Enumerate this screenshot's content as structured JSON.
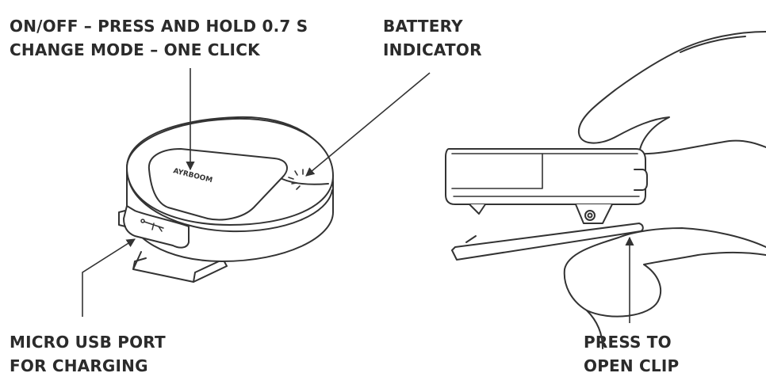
{
  "labels": {
    "power": {
      "line1": "ON/OFF – PRESS AND HOLD 0.7 S",
      "line2": "CHANGE MODE – ONE CLICK"
    },
    "battery": {
      "line1": "BATTERY",
      "line2": "INDICATOR"
    },
    "usb": {
      "line1": "MICRO USB PORT",
      "line2": "FOR CHARGING"
    },
    "clip": {
      "line1": "PRESS TO",
      "line2": "OPEN CLIP"
    }
  },
  "device_logo": "AYRBOOM",
  "colors": {
    "line": "#333333",
    "text": "#2b2b2b",
    "background": "#ffffff"
  }
}
